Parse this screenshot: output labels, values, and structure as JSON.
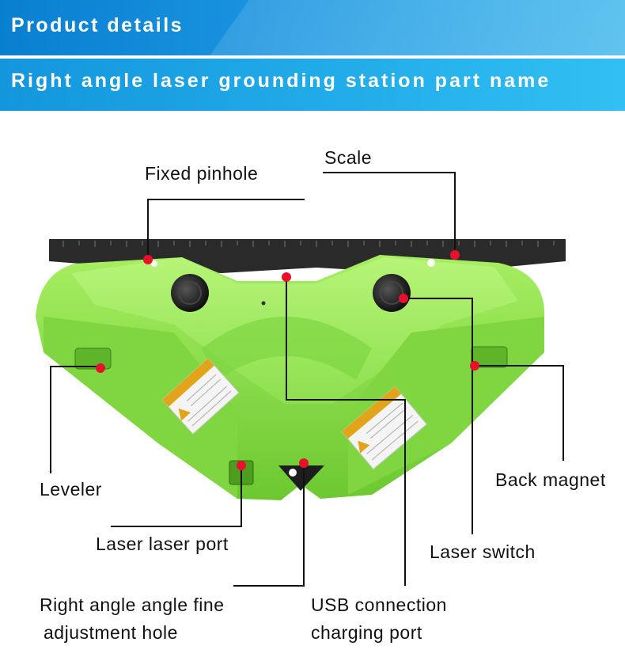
{
  "header": {
    "section_title": "Product details",
    "subtitle": "Right angle laser grounding station part name"
  },
  "colors": {
    "banner_blue": "#1496dd",
    "device_green": "#8fe050",
    "callout_dot": "#e8102a",
    "callout_line": "#111111"
  },
  "labels": {
    "scale": "Scale",
    "fixed_pinhole": "Fixed pinhole",
    "leveler": "Leveler",
    "back_magnet": "Back magnet",
    "laser_port": "Laser laser port",
    "laser_switch": "Laser switch",
    "right_angle_line1": "Right angle angle fine",
    "right_angle_line2": "adjustment hole",
    "usb_line1": "USB connection",
    "usb_line2": "charging port"
  }
}
